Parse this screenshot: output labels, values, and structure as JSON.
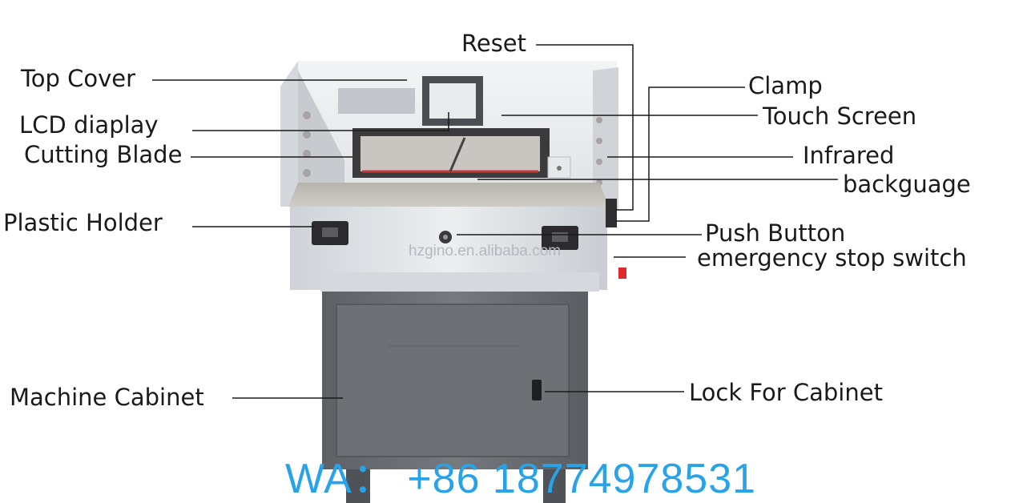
{
  "labels": {
    "reset": "Reset",
    "top_cover": "Top Cover",
    "clamp": "Clamp",
    "lcd_display": "LCD diaplay",
    "touch_screen": "Touch Screen",
    "cutting_blade": "Cutting Blade",
    "infrared": "Infrared",
    "backgauge": "backguage",
    "plastic_holder": "Plastic Holder",
    "push_button": "Push Button",
    "emergency_stop": "emergency stop switch",
    "machine_cabinet": "Machine Cabinet",
    "lock_for_cabinet": "Lock For Cabinet"
  },
  "watermark": "hzgino.en.alibaba.com",
  "contact": "WA： +86 18774978531",
  "colors": {
    "label_text": "#1a1a1a",
    "leader_line": "#1a1a1a",
    "machine_body": "#e4e6e9",
    "cabinet": "#6b6e72",
    "contact_text": "#29a3e8",
    "emergency_stop": "#e02a2a"
  }
}
